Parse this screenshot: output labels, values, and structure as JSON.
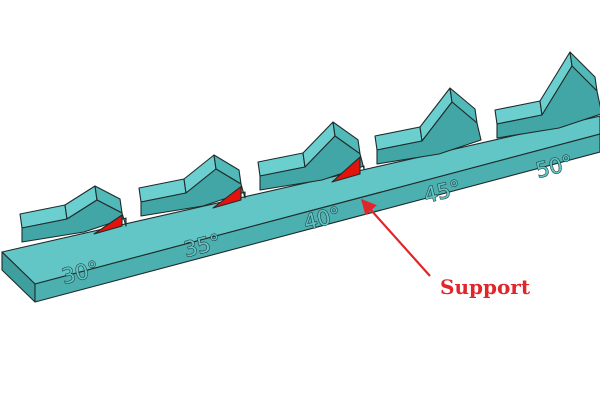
{
  "diagram": {
    "callout_label": "Support",
    "angle_labels": [
      "30°",
      "35°",
      "40°",
      "45°",
      "50°"
    ],
    "colors": {
      "part_top": "#6ccfcf",
      "part_side": "#52b9b9",
      "part_front": "#43a6a6",
      "support": "#e3120b",
      "callout": "#e1262b",
      "edge": "#1f2b2b"
    }
  }
}
